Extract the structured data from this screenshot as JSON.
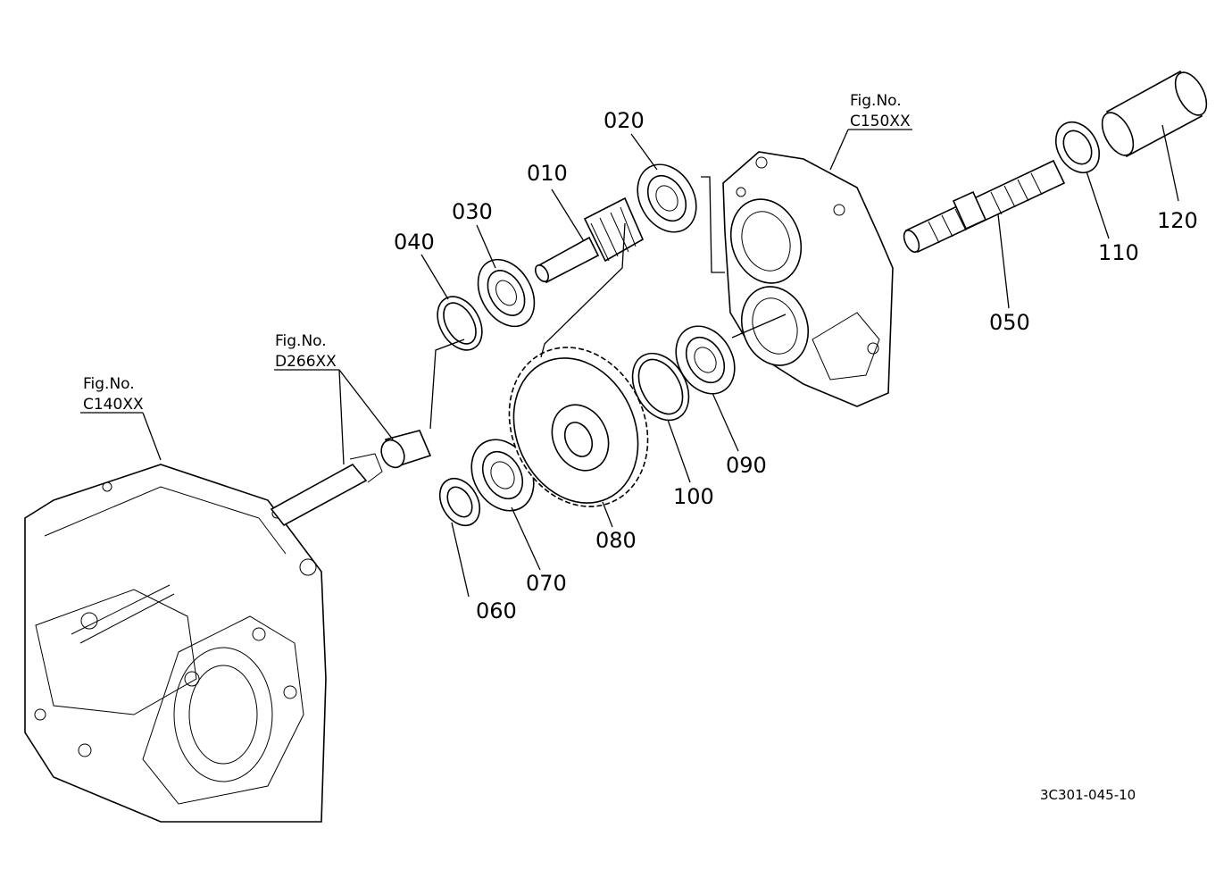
{
  "parts": {
    "p010": "010",
    "p020": "020",
    "p030": "030",
    "p040": "040",
    "p050": "050",
    "p060": "060",
    "p070": "070",
    "p080": "080",
    "p090": "090",
    "p100": "100",
    "p110": "110",
    "p120": "120"
  },
  "refs": {
    "c140": {
      "label": "Fig.No.",
      "code": "C140XX"
    },
    "d266": {
      "label": "Fig.No.",
      "code": "D266XX"
    },
    "c150": {
      "label": "Fig.No.",
      "code": "C150XX"
    }
  },
  "drawing_code": "3C301-045-10"
}
